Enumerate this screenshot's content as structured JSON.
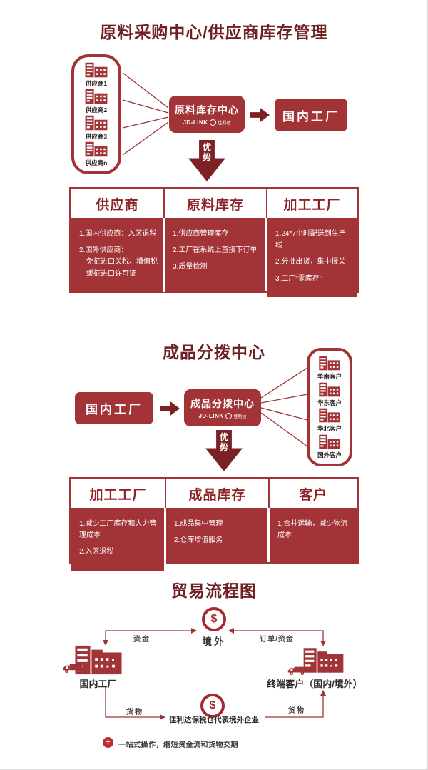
{
  "colors": {
    "primary_red": "#a23437",
    "dark_red": "#7c2224",
    "title_maroon": "#6e2023",
    "line_red": "#9c3537",
    "text_dark": "#2d2a2a"
  },
  "logo": {
    "brand": "JD-LINK",
    "suffix": "佳利达"
  },
  "icons": {
    "dollar": "$",
    "plus": "+"
  },
  "section1": {
    "title": "原料采购中心/供应商库存管理",
    "suppliers": [
      "供应商1",
      "供应商2",
      "供应商3",
      "供应商n"
    ],
    "center_node": "原料库存中心",
    "factory_box": "国内工厂",
    "advantage_label": "优势",
    "table": {
      "headers": [
        "供应商",
        "原料库存",
        "加工工厂"
      ],
      "col1": [
        "1.国内供应商：入区退税",
        "2.国外供应商：\n　免征进口关税、增值税\n　缓征进口许可证"
      ],
      "col2": [
        "1.供应商管理库存",
        "2.工厂在系统上直接下订单",
        "3.质量检测"
      ],
      "col3": [
        "1.24*7小时配送到生产线",
        "2.分批出货，集中报关",
        "3.工厂“零库存”"
      ]
    }
  },
  "section2": {
    "title": "成品分拨中心",
    "factory_box": "国内工厂",
    "center_node": "成品分拨中心",
    "customers": [
      "华南客户",
      "华东客户",
      "华北客户",
      "国外客户"
    ],
    "advantage_label": "优势",
    "table": {
      "headers": [
        "加工工厂",
        "成品库存",
        "客户"
      ],
      "col1": [
        "1.减少工厂库存和人力管理成本",
        "2.入区退税"
      ],
      "col2": [
        "1.成品集中管理",
        "2.仓库增值服务"
      ],
      "col3": [
        "1.合并运输，减少物流成本"
      ]
    }
  },
  "section3": {
    "title": "贸易流程图",
    "overseas_label": "境外",
    "domestic_factory_label": "国内工厂",
    "terminal_customer_label": "终端客户（国内/境外）",
    "bonded_warehouse_label": "佳利达保税仓代表境外企业",
    "flow_funds": "资金",
    "flow_order_funds": "订单/资金",
    "flow_goods_left": "货物",
    "flow_goods_right": "货物",
    "footnote": "一站式操作，缩短资金流和货物交期"
  }
}
